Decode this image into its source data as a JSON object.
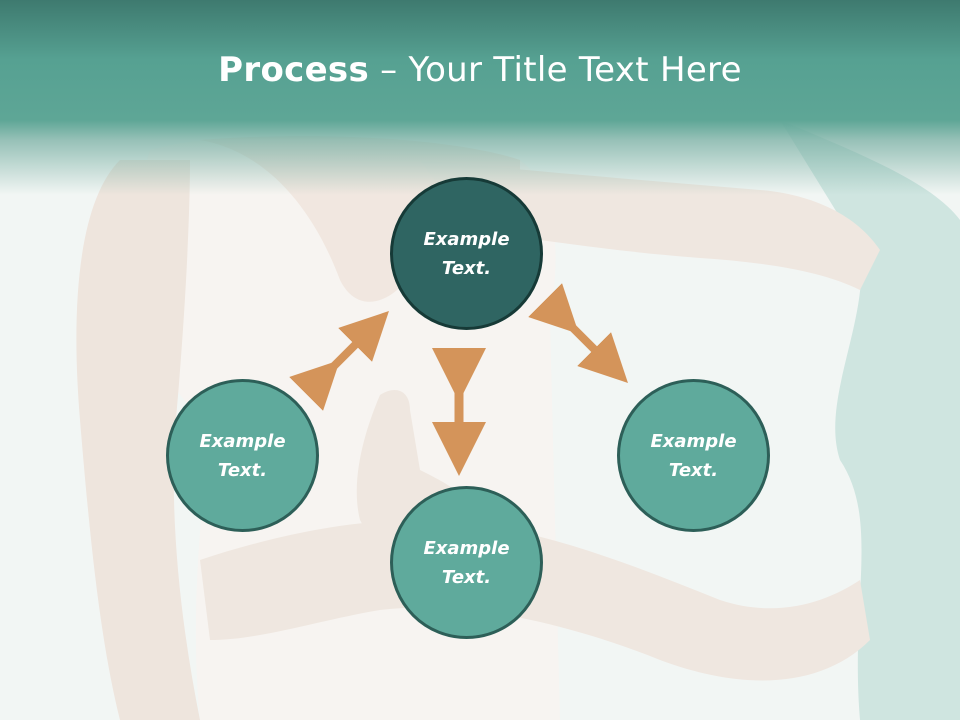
{
  "slide": {
    "title_bold": "Process",
    "title_rest": " – Your Title Text Here"
  },
  "nodes": {
    "top": {
      "line1": "Example",
      "line2": "Text."
    },
    "left": {
      "line1": "Example",
      "line2": "Text."
    },
    "right": {
      "line1": "Example",
      "line2": "Text."
    },
    "bottom": {
      "line1": "Example",
      "line2": "Text."
    }
  },
  "colors": {
    "header": "#56a192",
    "node_fill": "#5faa9c",
    "node_top_fill": "#2f6562",
    "arrow": "#d4945a"
  }
}
